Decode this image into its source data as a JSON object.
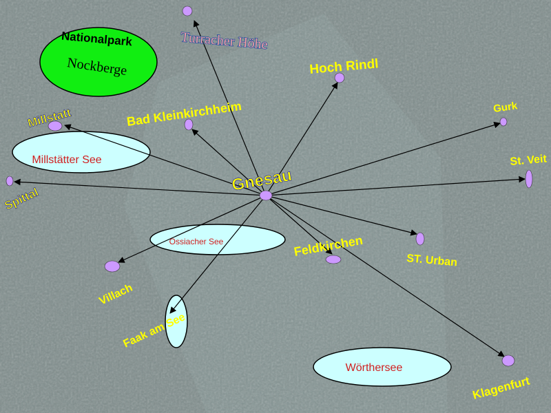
{
  "park": {
    "line1": "Nationalpark",
    "line2": "Nockberge"
  },
  "center": {
    "label": "Gnesau"
  },
  "places": {
    "turracher": "Turracher Höhe",
    "hochrindl": "Hoch Rindl",
    "badklein": "Bad Kleinkirchheim",
    "millstatt": "Millstatt",
    "spittal": "Spittal",
    "gurk": "Gurk",
    "stveit": "St. Veit",
    "sturban": "ST. Urban",
    "feldkirchen": "Feldkirchen",
    "villach": "Villach",
    "faak": "Faak am See",
    "klagenfurt": "Klagenfurt"
  },
  "lakes": {
    "millstaetter": "Millstätter See",
    "ossiacher": "Ossiacher See",
    "woerthersee": "Wörthersee"
  },
  "colors": {
    "park": "#11ee11",
    "lake": "#ccffff",
    "dot": "#cc99ff",
    "label": "#ffff00"
  }
}
